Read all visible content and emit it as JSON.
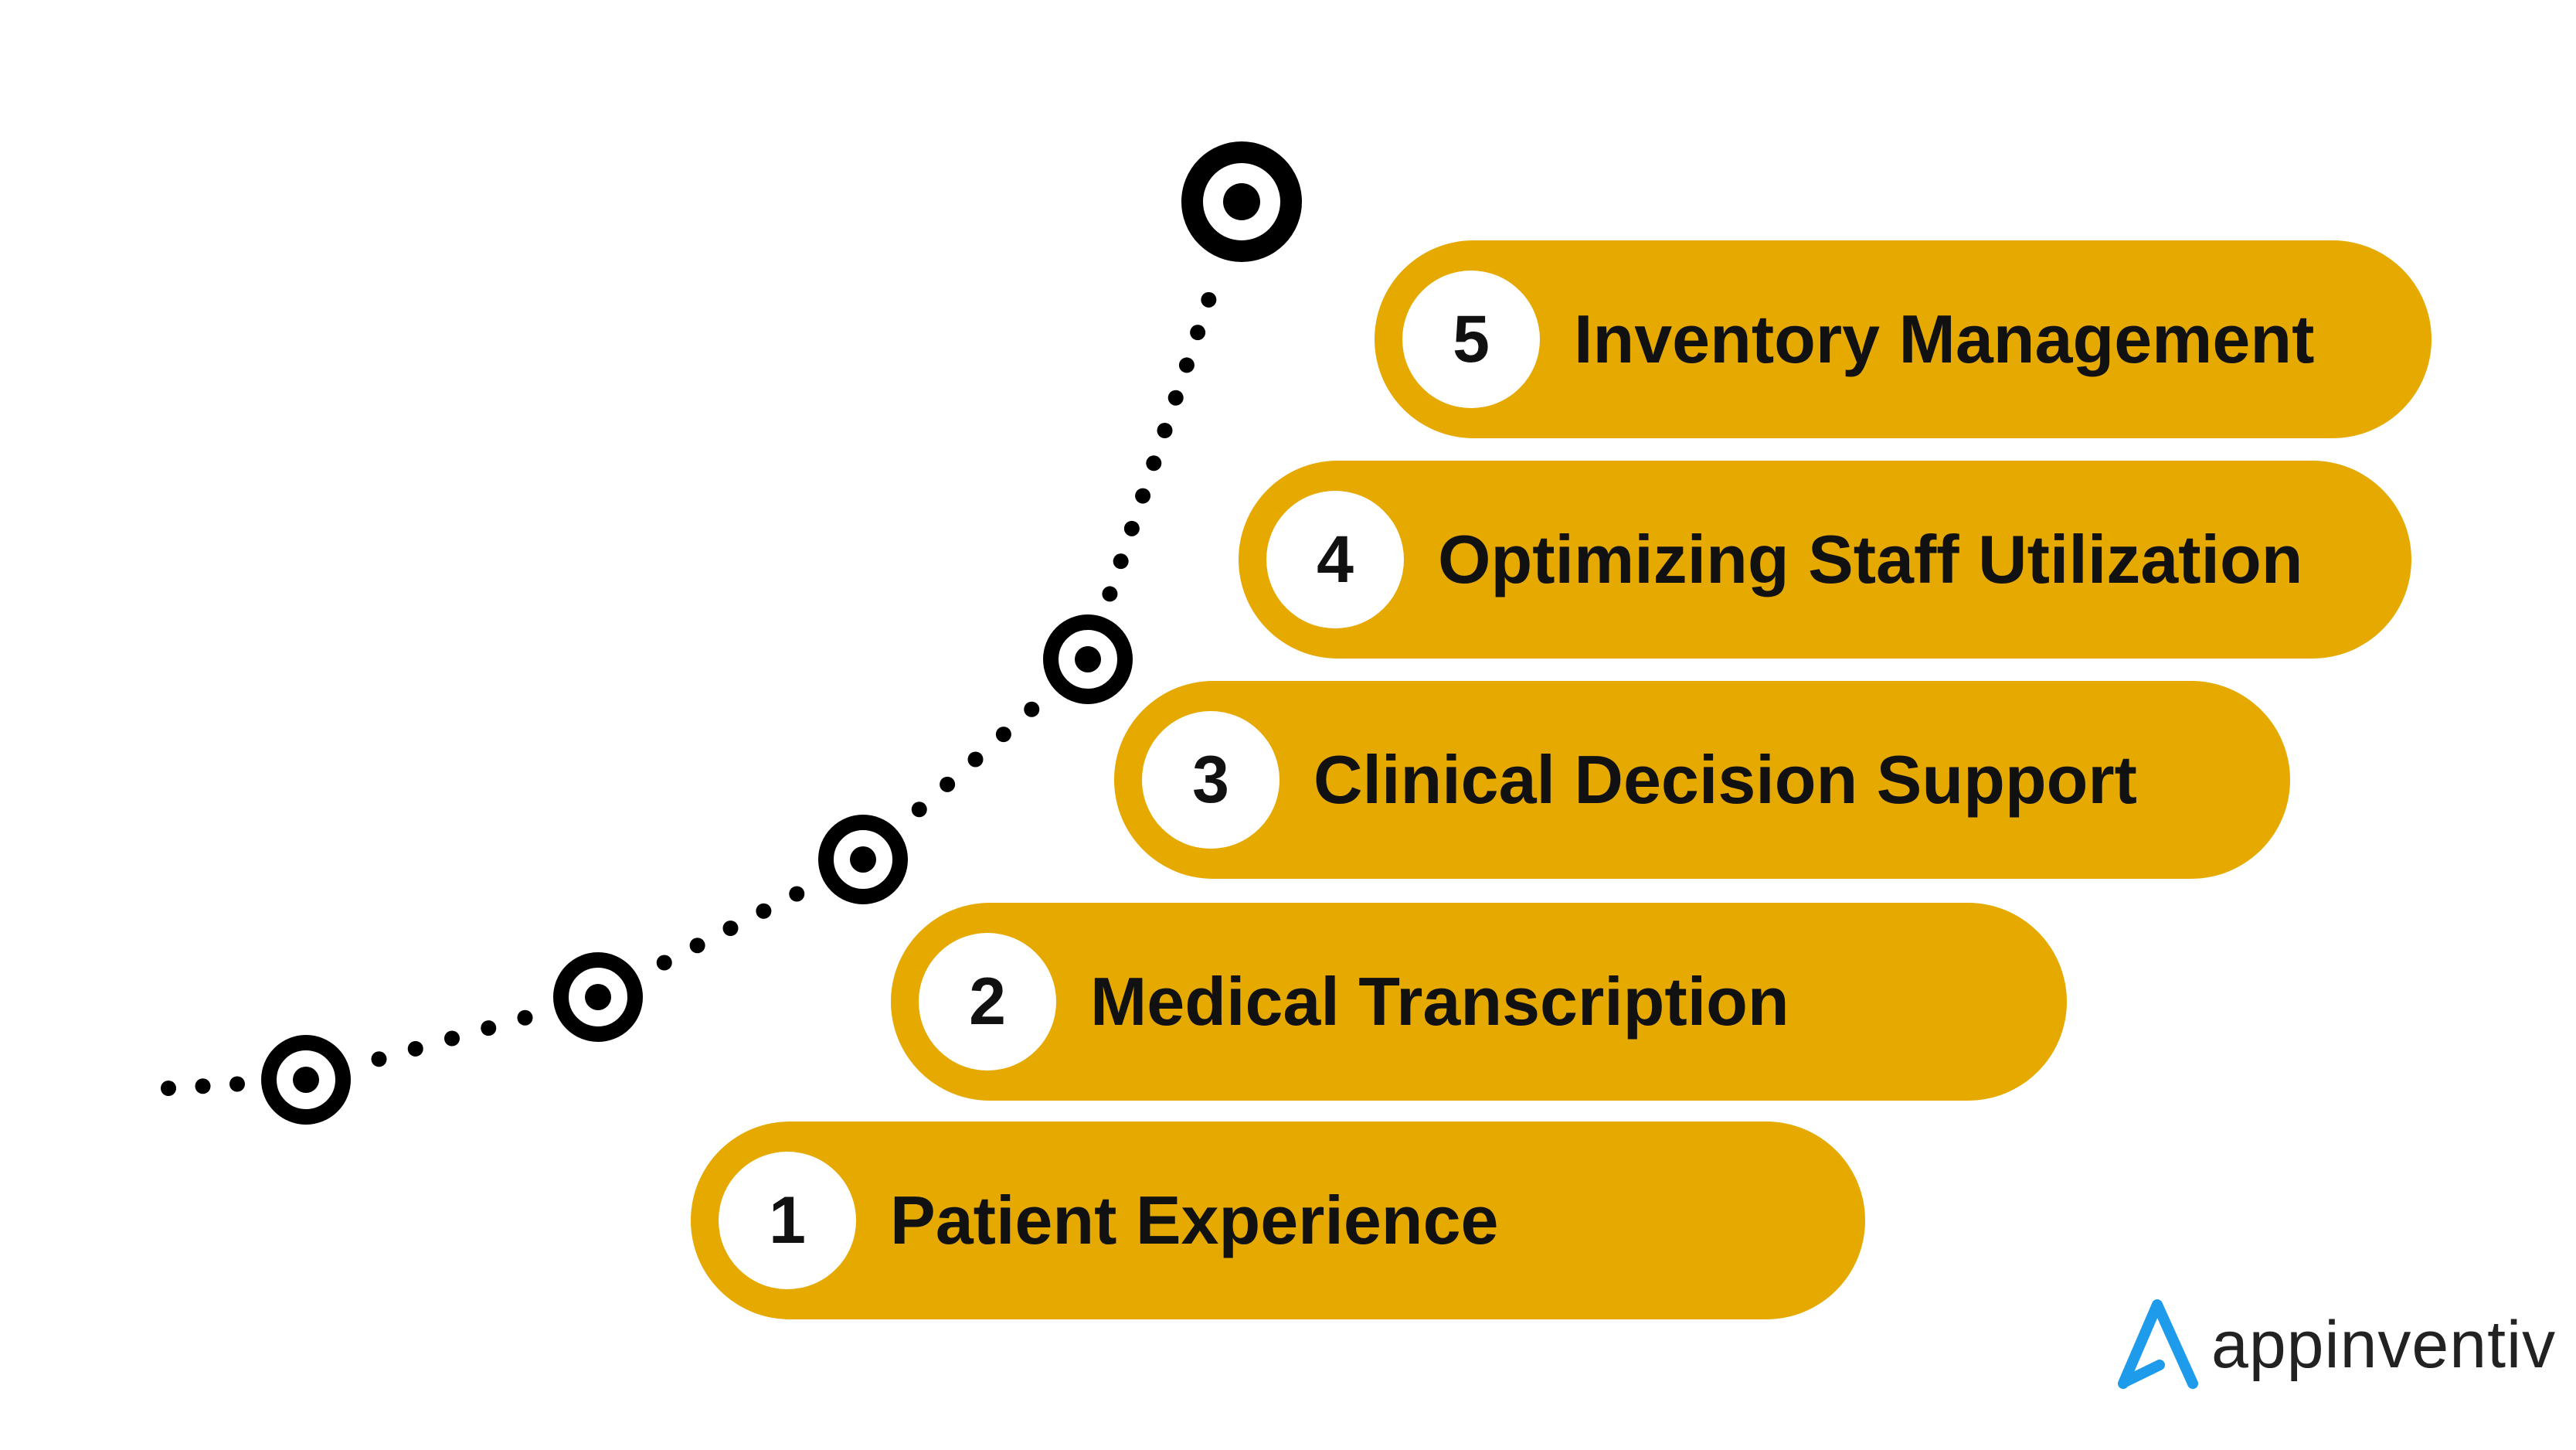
{
  "colors": {
    "pill": "#E6A900",
    "circle": "#ffffff",
    "text": "#111111",
    "path": "#000000",
    "logo_accent": "#1E9BEA"
  },
  "steps": [
    {
      "number": "1",
      "label": "Patient Experience"
    },
    {
      "number": "2",
      "label": "Medical Transcription"
    },
    {
      "number": "3",
      "label": "Clinical Decision Support"
    },
    {
      "number": "4",
      "label": "Optimizing Staff Utilization"
    },
    {
      "number": "5",
      "label": "Inventory Management"
    }
  ],
  "path": {
    "milestones": 5,
    "icon": "target-icon"
  },
  "logo": {
    "text": "appinventiv",
    "icon": "appinventiv-a-icon"
  }
}
